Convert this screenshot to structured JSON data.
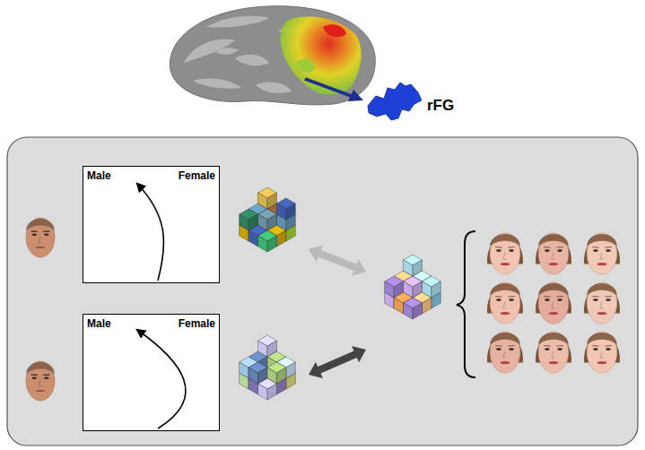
{
  "diagram": {
    "nodes": [
      {
        "text": [
          "Male",
          "Female"
        ]
      },
      {
        "text": [
          "Male",
          "Female"
        ]
      }
    ],
    "labels": [
      "rFG"
    ]
  }
}
